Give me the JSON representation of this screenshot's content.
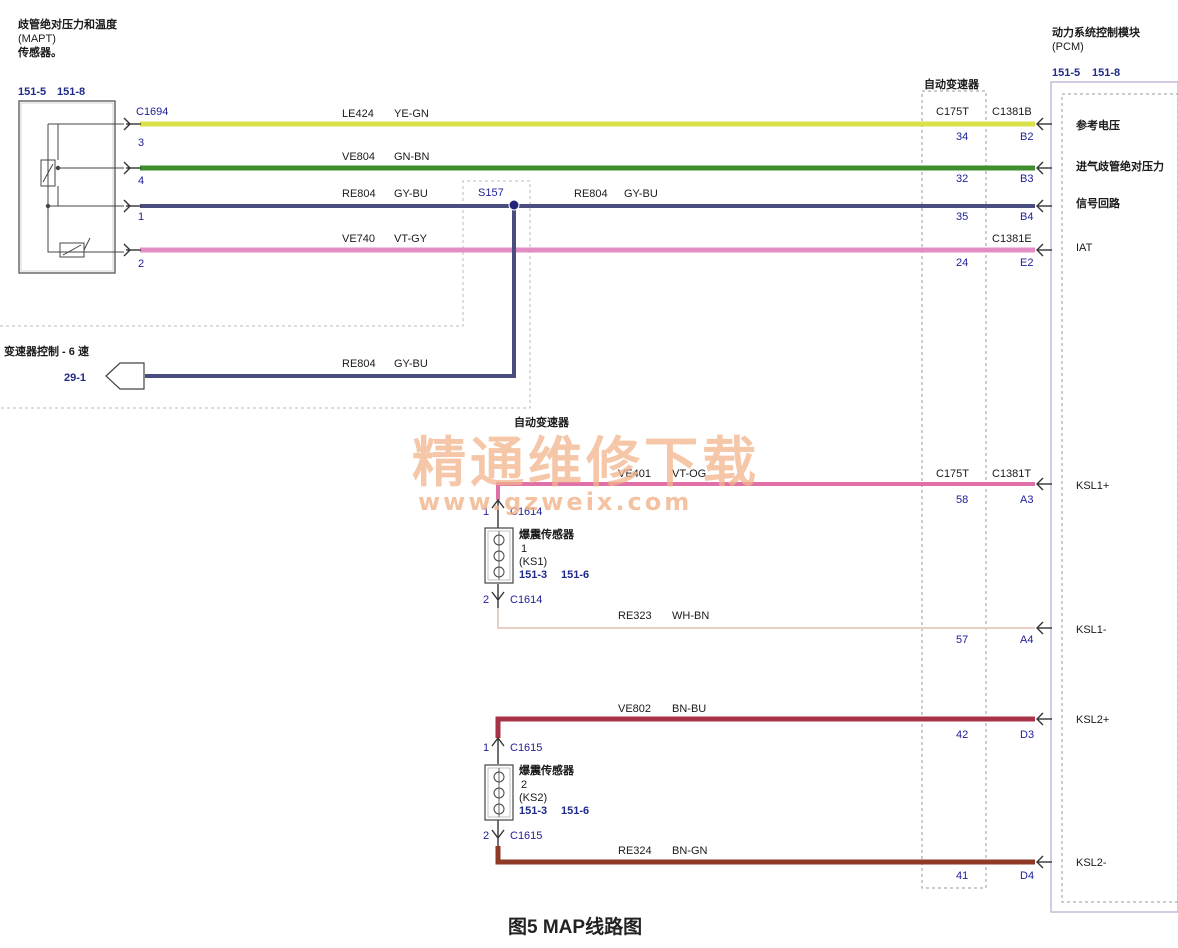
{
  "mapt_sensor": {
    "title_line1": "歧管绝对压力和温度",
    "title_line2": "(MAPT)",
    "title_line3": "传感器。",
    "loc_a": "151-5",
    "loc_b": "151-8",
    "connector": "C1694"
  },
  "pcm": {
    "title_line1": "动力系统控制模块",
    "title_line2": "(PCM)",
    "loc_a": "151-5",
    "loc_b": "151-8"
  },
  "transmission_top": {
    "label": "自动变速器"
  },
  "transmission_mid": {
    "label": "自动变速器"
  },
  "connectors": {
    "c175t_top": "C175T",
    "c1381b": "C1381B",
    "c1381e": "C1381E",
    "c175t_mid": "C175T",
    "c1381t": "C1381T"
  },
  "splice": {
    "id": "S157"
  },
  "ref_control": {
    "label": "变速器控制 - 6 速",
    "ref": "29-1"
  },
  "wires": [
    {
      "circuit": "LE424",
      "color": "YE-GN",
      "sensor_pin": "3",
      "trans_pin": "34",
      "pcm_pin": "B2",
      "signal": "参考电压",
      "hex": "#d8e04a"
    },
    {
      "circuit": "VE804",
      "color": "GN-BN",
      "sensor_pin": "4",
      "trans_pin": "32",
      "pcm_pin": "B3",
      "signal": "进气歧管绝对压力",
      "hex": "#3e8e2e"
    },
    {
      "circuit": "RE804",
      "color": "GY-BU",
      "sensor_pin": "1",
      "trans_pin": "35",
      "pcm_pin": "B4",
      "signal": "信号回路",
      "hex": "#4a4e7e",
      "circuit2": "RE804",
      "color2": "GY-BU"
    },
    {
      "circuit": "VE740",
      "color": "VT-GY",
      "sensor_pin": "2",
      "trans_pin": "24",
      "pcm_pin": "E2",
      "signal": "IAT",
      "hex": "#e48cc4"
    },
    {
      "circuit": "RE804",
      "color": "GY-BU"
    },
    {
      "circuit": "VE401",
      "color": "VT-OG",
      "trans_pin": "58",
      "pcm_pin": "A3",
      "signal": "KSL1+",
      "hex": "#e070a8"
    },
    {
      "circuit": "RE323",
      "color": "WH-BN",
      "trans_pin": "57",
      "pcm_pin": "A4",
      "signal": "KSL1-",
      "hex": "#e8cfc4"
    },
    {
      "circuit": "VE802",
      "color": "BN-BU",
      "trans_pin": "42",
      "pcm_pin": "D3",
      "signal": "KSL2+",
      "hex": "#a83246"
    },
    {
      "circuit": "RE324",
      "color": "BN-GN",
      "trans_pin": "41",
      "pcm_pin": "D4",
      "signal": "KSL2-",
      "hex": "#8e3a26"
    }
  ],
  "knock1": {
    "name": "爆震传感器",
    "num": "1",
    "abbr": "(KS1)",
    "loc_a": "151-3",
    "loc_b": "151-6",
    "pin_top": "1",
    "pin_bot": "2",
    "conn_top": "C1614",
    "conn_bot": "C1614"
  },
  "knock2": {
    "name": "爆震传感器",
    "num": "2",
    "abbr": "(KS2)",
    "loc_a": "151-3",
    "loc_b": "151-6",
    "pin_top": "1",
    "pin_bot": "2",
    "conn_top": "C1615",
    "conn_bot": "C1615"
  },
  "watermark": {
    "line1": "精通维修下载",
    "line2": "www.gzweix.com"
  },
  "caption": "图5  MAP线路图"
}
